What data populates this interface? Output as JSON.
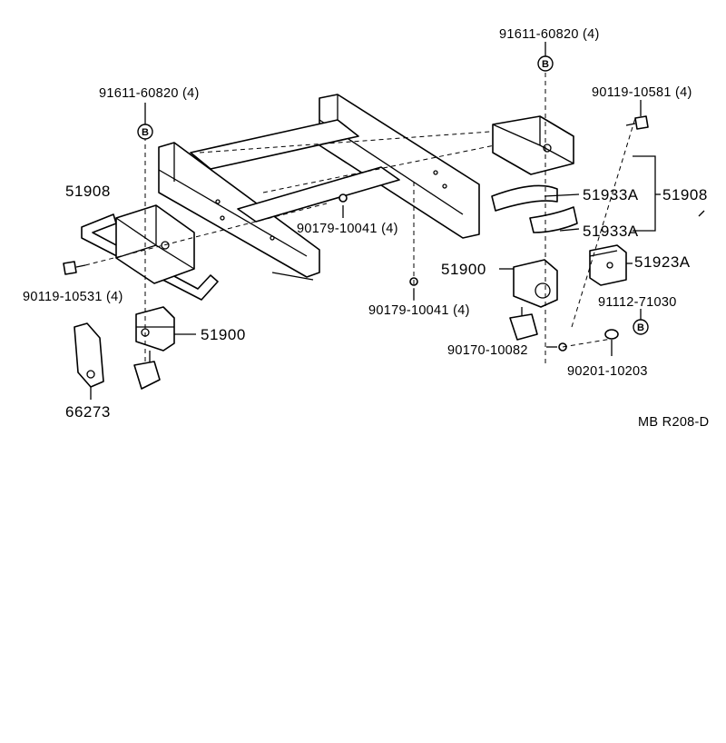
{
  "labels": {
    "bolt_right_qty": "91611-60820 (4)",
    "bolt_left_qty": "91611-60820 (4)",
    "bolt_right_small": "90119-10581 (4)",
    "carrier_left": "51908",
    "nut_mid": "90179-10041 (4)",
    "cover_upper": "51933A",
    "carrier_right": "51908",
    "cover_lower": "51933A",
    "winch_right": "51900",
    "plate_right": "51923A",
    "bolt_left_small": "90119-10531 (4)",
    "nut_lower": "90179-10041 (4)",
    "bolt_lower_right": "91112-71030",
    "winch_left": "51900",
    "nut_bottom": "90170-10082",
    "washer": "90201-10203",
    "bracket": "66273",
    "diagram_ref": "MB R208-D"
  },
  "markers": {
    "b_top_right": "B",
    "b_left": "B",
    "b_bottom_right": "B"
  }
}
